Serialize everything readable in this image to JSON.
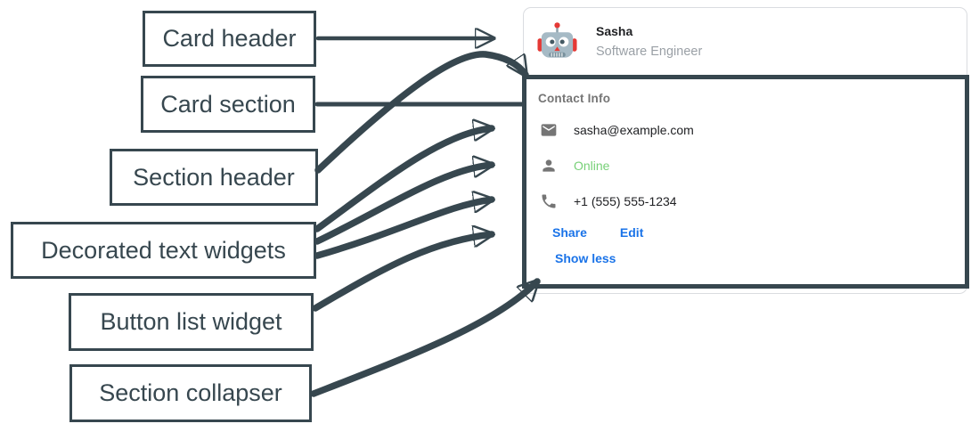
{
  "diagram": {
    "annotation_color": "#37474f",
    "labels": [
      {
        "id": "card-header",
        "text": "Card header"
      },
      {
        "id": "card-section",
        "text": "Card section"
      },
      {
        "id": "section-header",
        "text": "Section header"
      },
      {
        "id": "decorated-text-widgets",
        "text": "Decorated text widgets"
      },
      {
        "id": "button-list-widget",
        "text": "Button list widget"
      },
      {
        "id": "section-collapser",
        "text": "Section collapser"
      }
    ]
  },
  "card": {
    "header": {
      "avatar_icon": "robot-avatar",
      "name": "Sasha",
      "subtitle": "Software Engineer"
    },
    "section": {
      "title": "Contact Info",
      "widgets": [
        {
          "icon": "email-icon",
          "text": "sasha@example.com"
        },
        {
          "icon": "person-icon",
          "text": "Online",
          "text_color": "#77d077"
        },
        {
          "icon": "phone-icon",
          "text": "+1 (555) 555-1234"
        }
      ],
      "buttons": [
        {
          "label": "Share"
        },
        {
          "label": "Edit"
        }
      ],
      "collapser_label": "Show less"
    }
  },
  "colors": {
    "annotation": "#37474f",
    "link_blue": "#1a73e8",
    "online_green": "#77d077",
    "icon_gray": "#757575",
    "card_border": "#dadce0",
    "text_primary": "#202124",
    "text_secondary": "#9aa0a6",
    "section_title": "#757575"
  }
}
